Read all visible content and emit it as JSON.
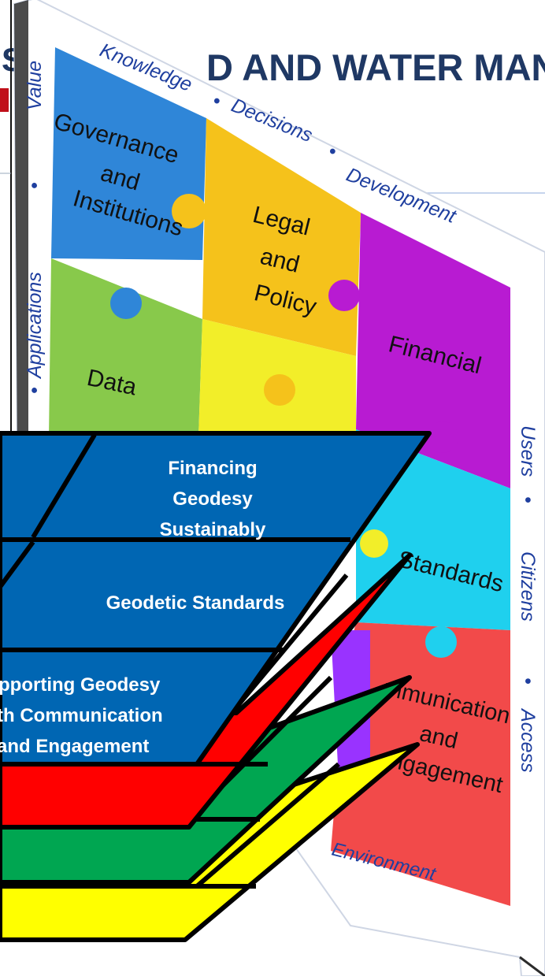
{
  "left_header": {
    "partial_letter": "S"
  },
  "banner": {
    "title_fragment": "D AND WATER MANAG"
  },
  "frame": {
    "top": [
      "Knowledge",
      "•",
      "Decisions",
      "•",
      "Development"
    ],
    "left": [
      "Value",
      "•",
      "Applications",
      "•"
    ],
    "right": [
      "Users",
      "•",
      "Citizens",
      "•",
      "Access"
    ],
    "bottom": "Environment"
  },
  "puzzle": {
    "governance": [
      "Governance",
      "and",
      "Institutions"
    ],
    "legal": [
      "Legal",
      "and",
      "Policy"
    ],
    "financial": "Financial",
    "data": "Data",
    "standards": "Standards",
    "communication": [
      "mmunication",
      "and",
      "ngagement"
    ]
  },
  "layers": {
    "financing": [
      "Financing",
      "Geodesy",
      "Sustainably"
    ],
    "standards": "Geodetic Standards",
    "communication": [
      "pporting Geodesy",
      "th Communication",
      "and Engagement"
    ]
  },
  "colors": {
    "governance": "#2f86d8",
    "legal": "#f5c21b",
    "financial": "#b81bd2",
    "data": "#88c94b",
    "yellow_piece": "#f2ee29",
    "standards": "#1fd0ee",
    "communication": "#f24a4a",
    "layer_blue": "#0066b3",
    "layer_red": "#ff0000",
    "layer_green": "#00a651",
    "layer_yellow": "#ffff00",
    "frame_text": "#1f3f9f",
    "banner_text": "#1f3864"
  }
}
